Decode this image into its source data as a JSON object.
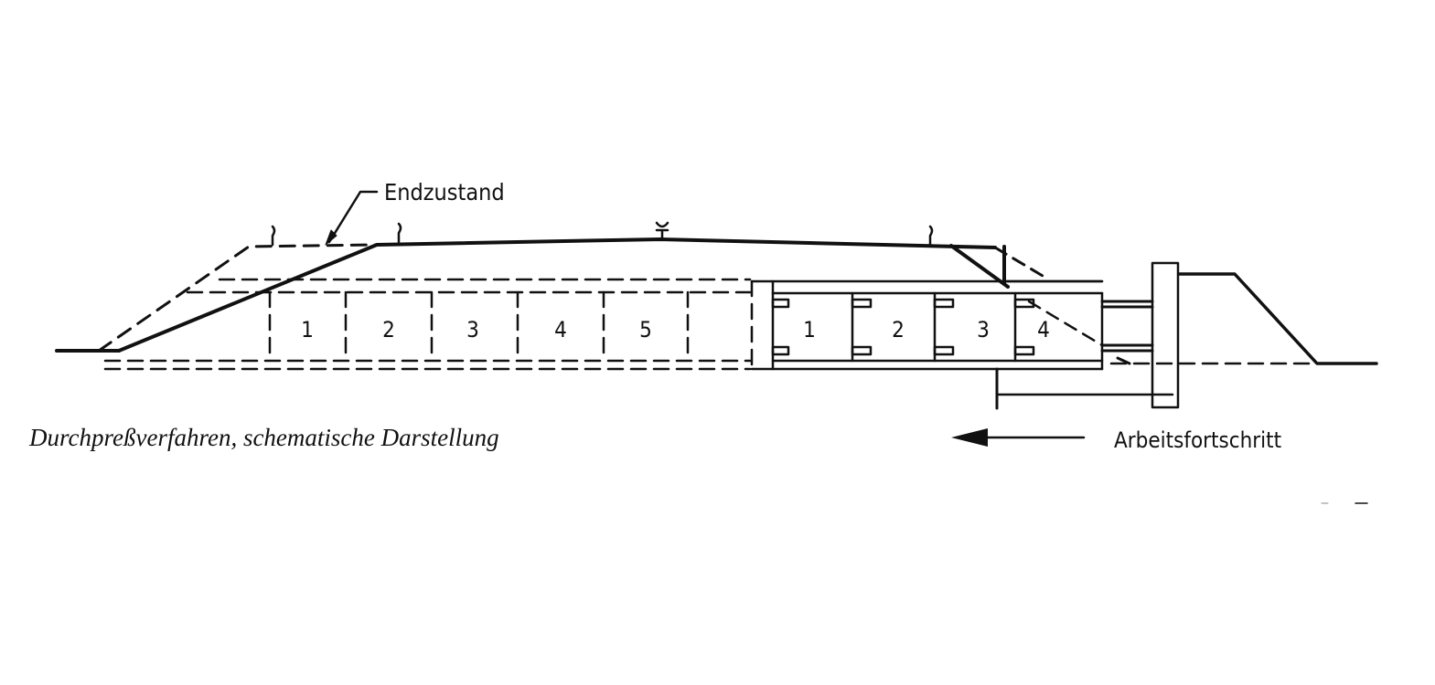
{
  "diagram": {
    "end_state_label": "Endzustand",
    "caption": "Durchpreßverfahren, schematische Darstellung",
    "progress_label": "Arbeitsfortschritt",
    "planned_segments": [
      "1",
      "2",
      "3",
      "4",
      "5"
    ],
    "jacked_segments": [
      "1",
      "2",
      "3",
      "4"
    ],
    "colors": {
      "ink": "#111111",
      "background": "#ffffff"
    }
  }
}
